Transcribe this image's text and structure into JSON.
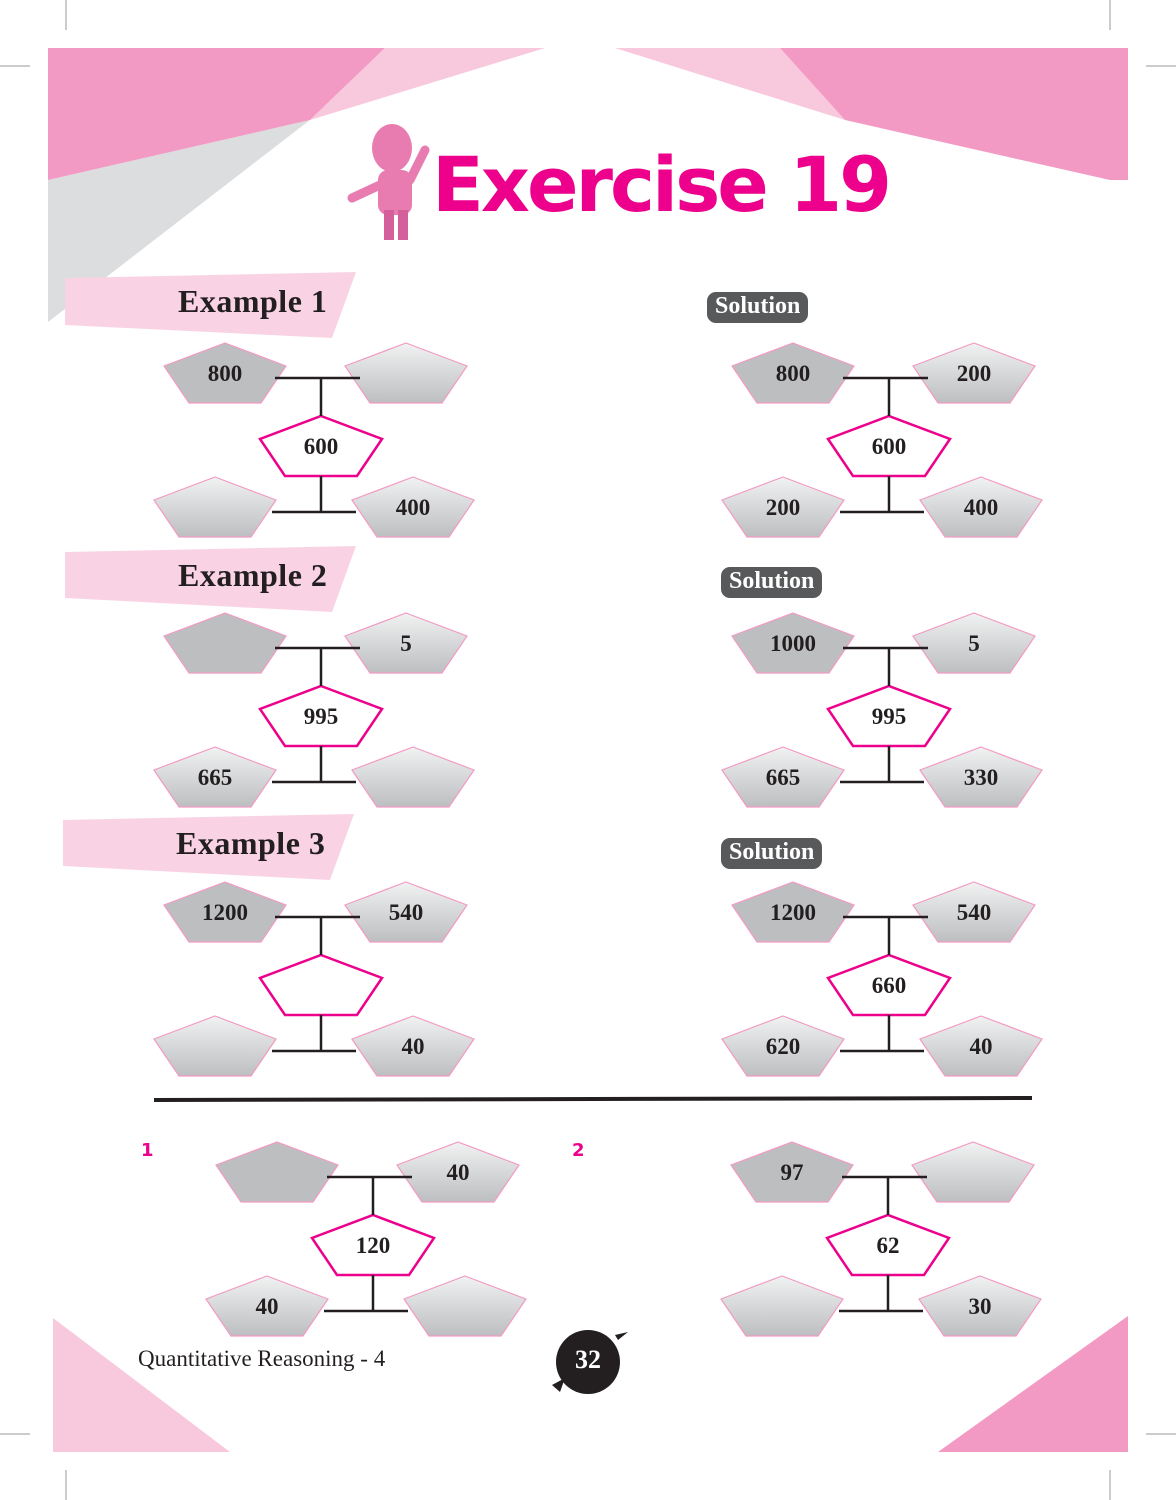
{
  "title": "Exercise 19",
  "examples": [
    {
      "label": "Example 1",
      "solution_label": "Solution",
      "question": {
        "top_left": "800",
        "top_right": "",
        "middle": "600",
        "bottom_left": "",
        "bottom_right": "400"
      },
      "solution": {
        "top_left": "800",
        "top_right": "200",
        "middle": "600",
        "bottom_left": "200",
        "bottom_right": "400"
      }
    },
    {
      "label": "Example 2",
      "solution_label": "Solution",
      "question": {
        "top_left": "",
        "top_right": "5",
        "middle": "995",
        "bottom_left": "665",
        "bottom_right": ""
      },
      "solution": {
        "top_left": "1000",
        "top_right": "5",
        "middle": "995",
        "bottom_left": "665",
        "bottom_right": "330"
      }
    },
    {
      "label": "Example 3",
      "solution_label": "Solution",
      "question": {
        "top_left": "1200",
        "top_right": "540",
        "middle": "",
        "bottom_left": "",
        "bottom_right": "40"
      },
      "solution": {
        "top_left": "1200",
        "top_right": "540",
        "middle": "660",
        "bottom_left": "620",
        "bottom_right": "40"
      }
    }
  ],
  "questions": [
    {
      "number": "1",
      "values": {
        "top_left": "",
        "top_right": "40",
        "middle": "120",
        "bottom_left": "40",
        "bottom_right": ""
      }
    },
    {
      "number": "2",
      "values": {
        "top_left": "97",
        "top_right": "",
        "middle": "62",
        "bottom_left": "",
        "bottom_right": "30"
      }
    }
  ],
  "footer": {
    "book_title": "Quantitative Reasoning - 4",
    "page_number": "32"
  },
  "colors": {
    "accent": "#ec008c",
    "pink_light": "#f9d3e4",
    "pink": "#f39ac4",
    "gray": "#bcbec0",
    "badge": "#58595b"
  }
}
